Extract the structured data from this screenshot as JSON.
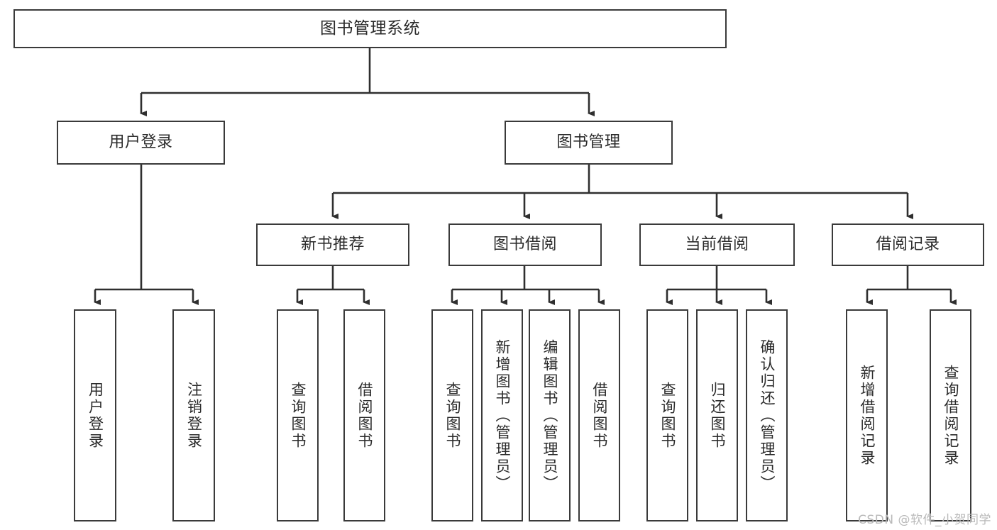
{
  "diagram": {
    "title": "图书管理系统",
    "type": "tree",
    "watermark": "CSDN @软件_小贺同学",
    "colors": {
      "box_border": "#3a3a3a",
      "box_fill": "#ffffff",
      "connector": "#2f2f2f",
      "text": "#2b2b2b",
      "watermark": "#b9b9b9"
    },
    "levels": {
      "root": {
        "label": "图书管理系统"
      },
      "level1": [
        {
          "label": "用户登录"
        },
        {
          "label": "图书管理"
        }
      ],
      "level2": [
        {
          "label": "新书推荐"
        },
        {
          "label": "图书借阅"
        },
        {
          "label": "当前借阅"
        },
        {
          "label": "借阅记录"
        }
      ],
      "leaves": [
        {
          "label": "用户登录",
          "parent": "用户登录"
        },
        {
          "label": "注销登录",
          "parent": "用户登录"
        },
        {
          "label": "查询图书",
          "parent": "新书推荐"
        },
        {
          "label": "借阅图书",
          "parent": "新书推荐"
        },
        {
          "label": "查询图书",
          "parent": "图书借阅"
        },
        {
          "label": "新增图书（管理员）",
          "parent": "图书借阅"
        },
        {
          "label": "编辑图书（管理员）",
          "parent": "图书借阅"
        },
        {
          "label": "借阅图书",
          "parent": "图书借阅"
        },
        {
          "label": "查询图书",
          "parent": "当前借阅"
        },
        {
          "label": "归还图书",
          "parent": "当前借阅"
        },
        {
          "label": "确认归还（管理员）",
          "parent": "当前借阅"
        },
        {
          "label": "新增借阅记录",
          "parent": "借阅记录"
        },
        {
          "label": "查询借阅记录",
          "parent": "借阅记录"
        }
      ]
    }
  }
}
